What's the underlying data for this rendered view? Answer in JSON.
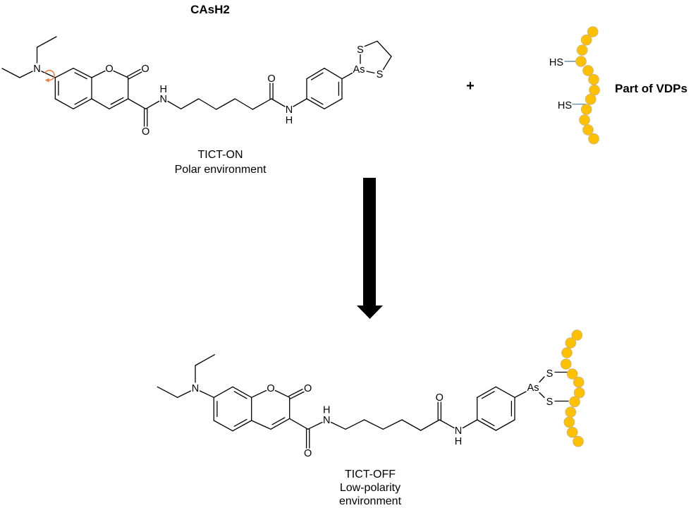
{
  "figure": {
    "title": "CAsH2",
    "plus_sign": "+",
    "reactant_molecule": {
      "name": "CAsH2",
      "atom_labels": [
        "N",
        "O",
        "O",
        "H",
        "N",
        "O",
        "O",
        "N",
        "H",
        "As",
        "S",
        "S"
      ],
      "state_label": "TICT-ON",
      "environment_label": "Polar environment",
      "rotation_indicator": "rotatable N-aryl bond"
    },
    "protein": {
      "label": "Part of VDPs",
      "thiol_labels": [
        "HS",
        "HS"
      ],
      "residue_count": 12
    },
    "reaction_arrow": {
      "direction": "down"
    },
    "product_complex": {
      "atom_labels": [
        "N",
        "O",
        "O",
        "H",
        "N",
        "O",
        "O",
        "N",
        "H",
        "As",
        "S",
        "S"
      ],
      "state_label": "TICT-OFF",
      "environment_label_lines": [
        "Low-polarity",
        "environment"
      ],
      "residue_count": 12
    },
    "colors": {
      "bond": "#000000",
      "residue_bead": "#FFC000",
      "residue_bead_outline": "#C9B27A",
      "thiol_bond": "#4A7E9A",
      "rotation_indicator": "#F07A3A",
      "arrow": "#000000",
      "background": "#FFFFFF"
    }
  }
}
